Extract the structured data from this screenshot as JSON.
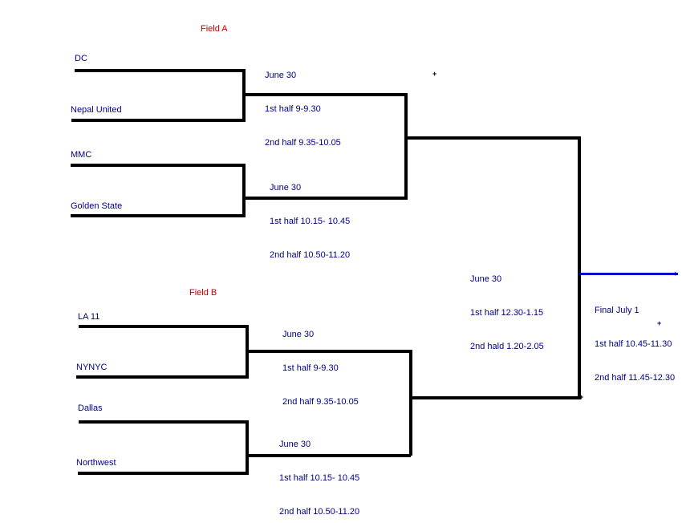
{
  "colors": {
    "team_text": "#000080",
    "field_label_text": "#C00000",
    "bracket_line": "#000000",
    "final_line": "#0000CC"
  },
  "fields": {
    "a": "Field A",
    "b": "Field B"
  },
  "teams": {
    "dc": "DC",
    "nepal_united": "Nepal United",
    "mmc": "MMC",
    "golden_state": "Golden State",
    "la_11": "LA 11",
    "nynyc": "NYNYC",
    "dallas": "Dallas",
    "northwest": "Northwest"
  },
  "games": {
    "field_a_game1": {
      "date": "June 30",
      "half1": "1st half 9-9.30",
      "half2": "2nd half 9.35-10.05"
    },
    "field_a_game2": {
      "date": "June 30",
      "half1": "1st half 10.15- 10.45",
      "half2": "2nd half 10.50-11.20"
    },
    "field_b_game1": {
      "date": "June 30",
      "half1": "1st half 9-9.30",
      "half2": "2nd half 9.35-10.05"
    },
    "field_b_game2": {
      "date": "June 30",
      "half1": "1st half 10.15- 10.45",
      "half2": "2nd half 10.50-11.20"
    },
    "semifinal": {
      "date": "June 30",
      "half1": "1st half 12.30-1.15",
      "half2": "2nd hald 1.20-2.05"
    },
    "final": {
      "title": "Final July 1",
      "half1": "1st half 10.45-11.30",
      "half2": "2nd half 11.45-12.30"
    }
  },
  "markers": {
    "plus": "+"
  }
}
